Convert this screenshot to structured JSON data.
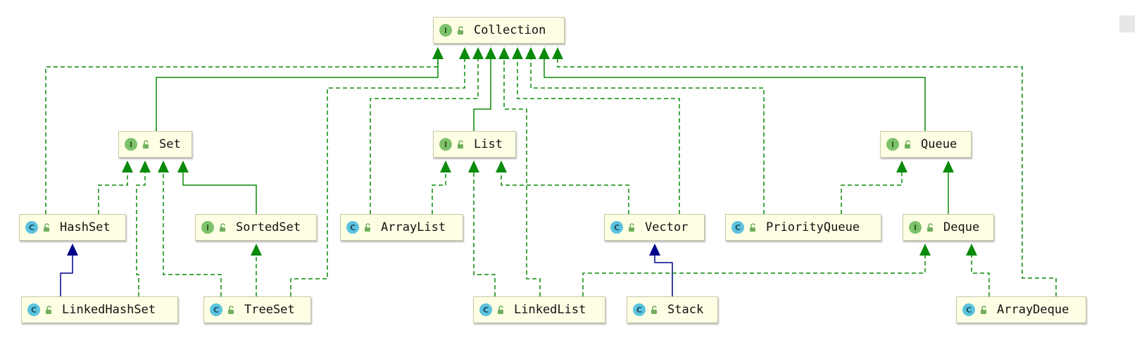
{
  "diagram": {
    "colors": {
      "realization": "#0a8a0a",
      "extension_class": "#00008b",
      "node_fill": "#fefee4",
      "interface_badge": "#7ec26b",
      "class_badge": "#5cc3de"
    },
    "nodes": [
      {
        "id": "collection",
        "label": "Collection",
        "kind": "interface",
        "badge": "I"
      },
      {
        "id": "set",
        "label": "Set",
        "kind": "interface",
        "badge": "I"
      },
      {
        "id": "list",
        "label": "List",
        "kind": "interface",
        "badge": "I"
      },
      {
        "id": "queue",
        "label": "Queue",
        "kind": "interface",
        "badge": "I"
      },
      {
        "id": "hashset",
        "label": "HashSet",
        "kind": "class",
        "badge": "C"
      },
      {
        "id": "sortedset",
        "label": "SortedSet",
        "kind": "interface",
        "badge": "I"
      },
      {
        "id": "arraylist",
        "label": "ArrayList",
        "kind": "class",
        "badge": "C"
      },
      {
        "id": "vector",
        "label": "Vector",
        "kind": "class",
        "badge": "C"
      },
      {
        "id": "priorityqueue",
        "label": "PriorityQueue",
        "kind": "class",
        "badge": "C"
      },
      {
        "id": "deque",
        "label": "Deque",
        "kind": "interface",
        "badge": "I"
      },
      {
        "id": "linkedhashset",
        "label": "LinkedHashSet",
        "kind": "class",
        "badge": "C"
      },
      {
        "id": "treeset",
        "label": "TreeSet",
        "kind": "class",
        "badge": "C"
      },
      {
        "id": "linkedlist",
        "label": "LinkedList",
        "kind": "class",
        "badge": "C"
      },
      {
        "id": "stack",
        "label": "Stack",
        "kind": "class",
        "badge": "C"
      },
      {
        "id": "arraydeque",
        "label": "ArrayDeque",
        "kind": "class",
        "badge": "C"
      }
    ],
    "edges": [
      {
        "from": "set",
        "to": "collection",
        "style": "extends-interface"
      },
      {
        "from": "list",
        "to": "collection",
        "style": "extends-interface"
      },
      {
        "from": "queue",
        "to": "collection",
        "style": "extends-interface"
      },
      {
        "from": "hashset",
        "to": "collection",
        "style": "implements"
      },
      {
        "from": "treeset",
        "to": "collection",
        "style": "implements"
      },
      {
        "from": "arraylist",
        "to": "collection",
        "style": "implements"
      },
      {
        "from": "linkedlist",
        "to": "collection",
        "style": "implements"
      },
      {
        "from": "vector",
        "to": "collection",
        "style": "implements"
      },
      {
        "from": "priorityqueue",
        "to": "collection",
        "style": "implements"
      },
      {
        "from": "arraydeque",
        "to": "collection",
        "style": "implements"
      },
      {
        "from": "hashset",
        "to": "set",
        "style": "implements"
      },
      {
        "from": "linkedhashset",
        "to": "set",
        "style": "implements"
      },
      {
        "from": "treeset",
        "to": "set",
        "style": "implements"
      },
      {
        "from": "sortedset",
        "to": "set",
        "style": "extends-interface"
      },
      {
        "from": "linkedhashset",
        "to": "hashset",
        "style": "extends-class"
      },
      {
        "from": "treeset",
        "to": "sortedset",
        "style": "implements"
      },
      {
        "from": "arraylist",
        "to": "list",
        "style": "implements"
      },
      {
        "from": "linkedlist",
        "to": "list",
        "style": "implements"
      },
      {
        "from": "vector",
        "to": "list",
        "style": "implements"
      },
      {
        "from": "stack",
        "to": "vector",
        "style": "extends-class"
      },
      {
        "from": "priorityqueue",
        "to": "queue",
        "style": "implements"
      },
      {
        "from": "deque",
        "to": "queue",
        "style": "extends-interface"
      },
      {
        "from": "linkedlist",
        "to": "deque",
        "style": "implements"
      },
      {
        "from": "arraydeque",
        "to": "deque",
        "style": "implements"
      }
    ]
  }
}
